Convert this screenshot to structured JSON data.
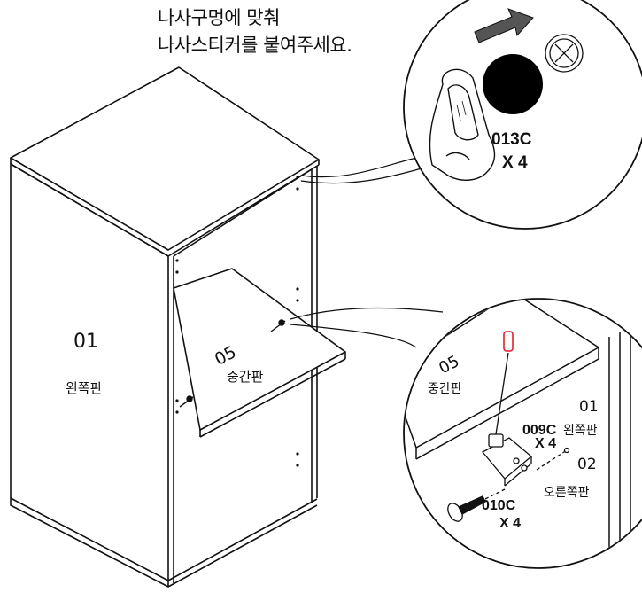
{
  "instruction": {
    "line1": "나사구멍에 맞춰",
    "line2": "나사스티커를 붙여주세요."
  },
  "panels": {
    "left_num": "01",
    "left_name": "왼쪽판",
    "middle_num": "05",
    "middle_name": "중간판"
  },
  "sticker_detail": {
    "part_code": "013C",
    "quantity": "X 4"
  },
  "shelf_detail": {
    "middle_num": "05",
    "middle_name": "중간판",
    "left_num": "01",
    "left_name": "왼쪽판",
    "right_num": "02",
    "right_name": "오른쪽판",
    "pin_code": "009C",
    "pin_qty": "X 4",
    "screw_code": "010C",
    "screw_qty": "X 4"
  },
  "colors": {
    "line": "#111111",
    "pin_highlight": "#e0202a"
  }
}
